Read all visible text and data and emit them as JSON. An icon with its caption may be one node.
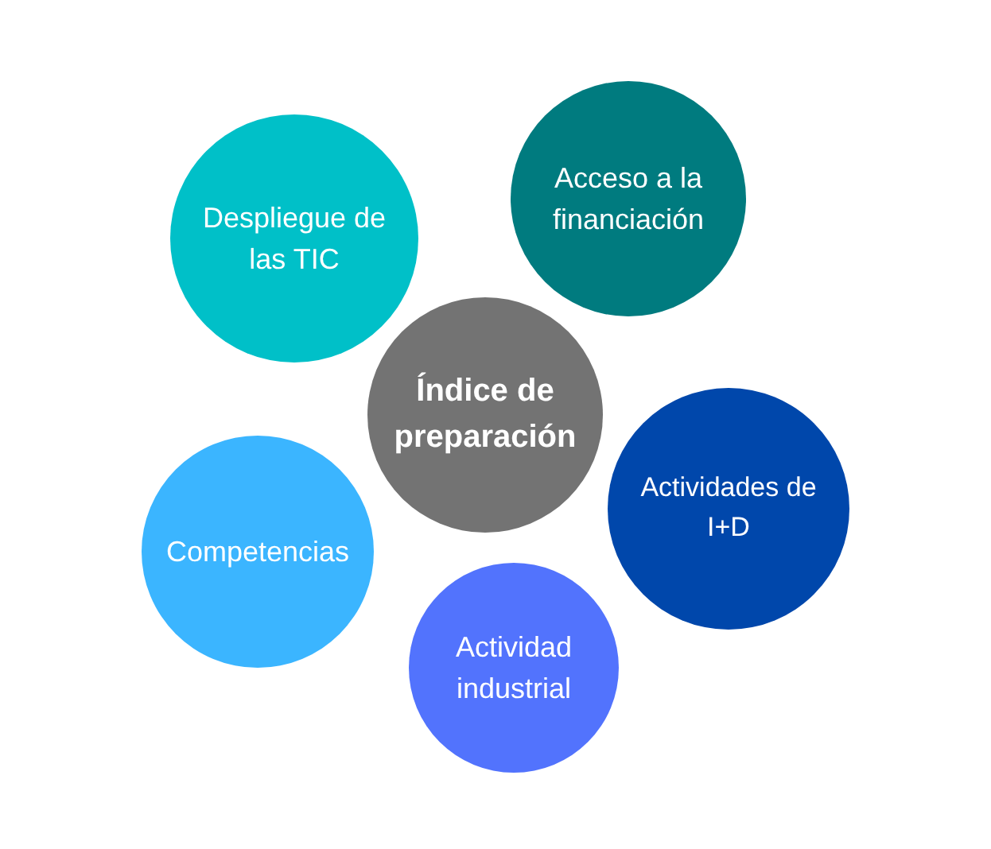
{
  "diagram": {
    "nodes": [
      {
        "text": [
          "Despliegue de las TIC"
        ]
      },
      {
        "text": [
          "Acceso a la financiación"
        ]
      },
      {
        "text": [
          "Índice de preparación"
        ]
      },
      {
        "text": [
          "Actividades de I+D"
        ]
      },
      {
        "text": [
          "Competencias"
        ]
      },
      {
        "text": [
          "Actividad industrial"
        ]
      }
    ]
  }
}
